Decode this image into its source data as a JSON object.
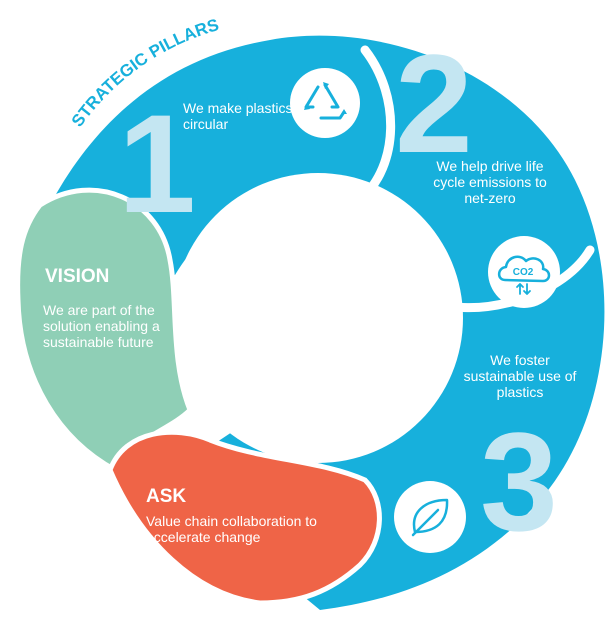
{
  "heading": "STRATEGIC PILLARS",
  "pillars": [
    {
      "number": "1",
      "text": "We make plastics circular",
      "icon": "recycle-icon"
    },
    {
      "number": "2",
      "text": "We help drive life cycle emissions to net-zero",
      "icon": "co2-cloud-icon"
    },
    {
      "number": "3",
      "text": "We foster sustainable use of plastics",
      "icon": "leaf-icon"
    }
  ],
  "co2_label": "CO2",
  "vision": {
    "title": "VISION",
    "text": "We are part of the solution enabling a sustainable future"
  },
  "ask": {
    "title": "ASK",
    "text": "Value chain collaboration to accelerate change"
  },
  "colors": {
    "blue": "#17b0dc",
    "light_blue": "#c4e6f2",
    "green": "#8fcfb6",
    "orange": "#ef6447",
    "white": "#ffffff"
  }
}
